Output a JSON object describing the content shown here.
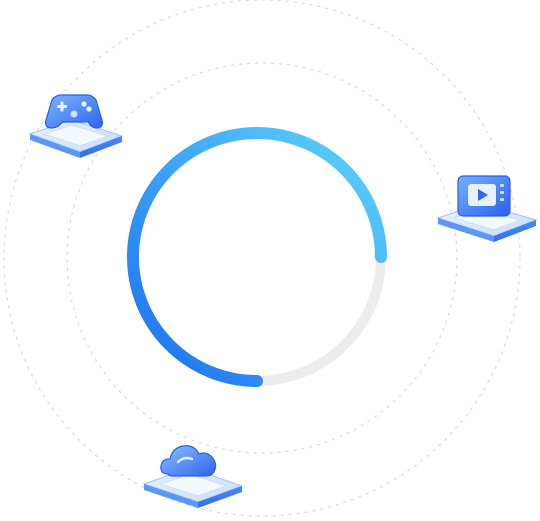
{
  "progress": {
    "value": 0.75,
    "track_color": "#EDEDED",
    "gradient_start": "#1A6FF2",
    "gradient_end": "#5FD6FA"
  },
  "orbits": {
    "color": "#D9DCE0"
  },
  "nodes": [
    {
      "name": "gamepad",
      "icon": "gamepad-icon",
      "color": "#3D7BF7"
    },
    {
      "name": "video",
      "icon": "video-player-icon",
      "color": "#3D7BF7"
    },
    {
      "name": "cloud",
      "icon": "cloud-icon",
      "color": "#3D7BF7"
    }
  ]
}
